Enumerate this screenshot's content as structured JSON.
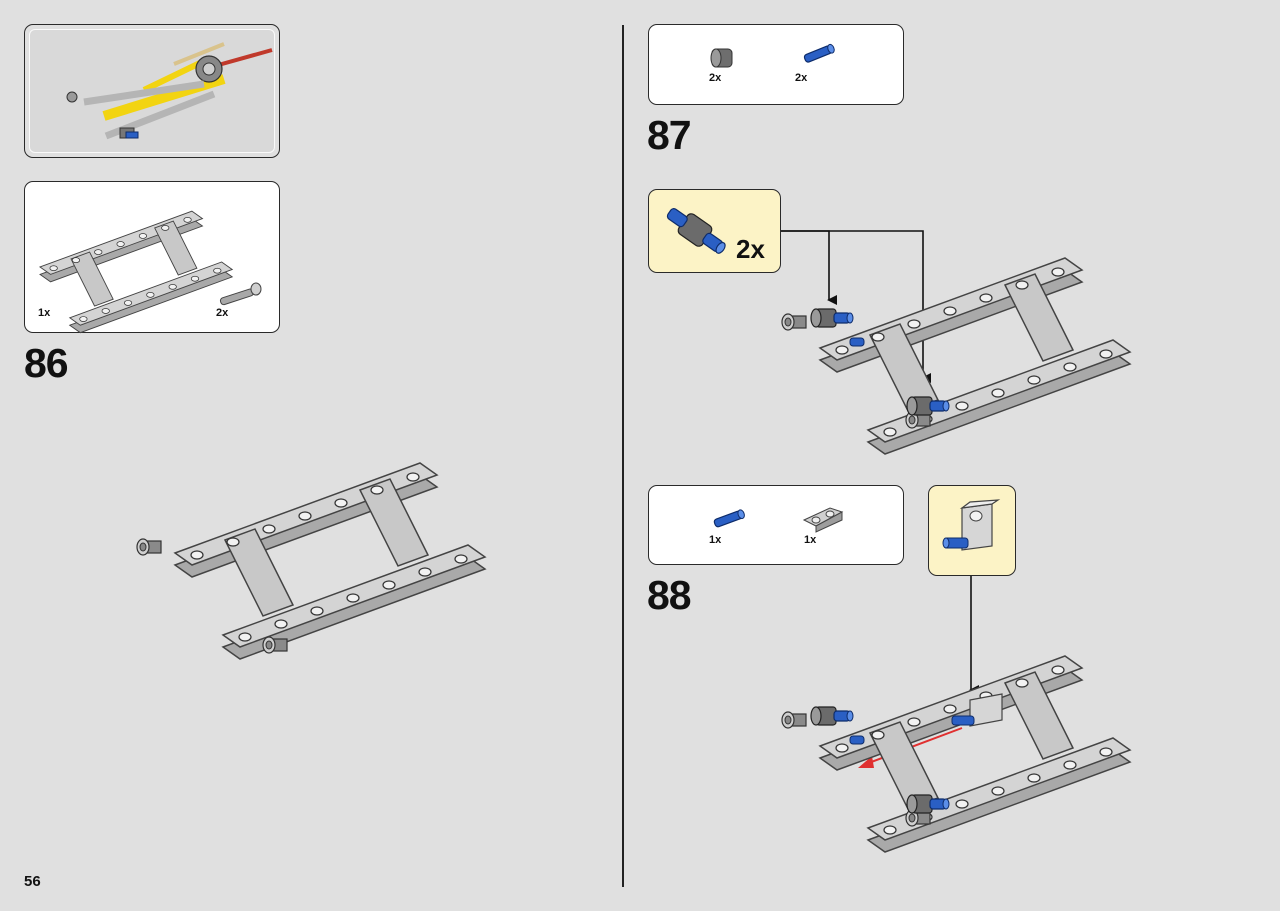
{
  "page": {
    "number": "56"
  },
  "preview": {},
  "step86": {
    "number": "86",
    "parts": [
      {
        "qty": "1x"
      },
      {
        "qty": "2x"
      }
    ]
  },
  "step87": {
    "number": "87",
    "parts": [
      {
        "qty": "2x"
      },
      {
        "qty": "2x"
      }
    ],
    "callout_qty": "2x"
  },
  "step88": {
    "number": "88",
    "parts": [
      {
        "qty": "1x"
      },
      {
        "qty": "1x"
      }
    ]
  }
}
